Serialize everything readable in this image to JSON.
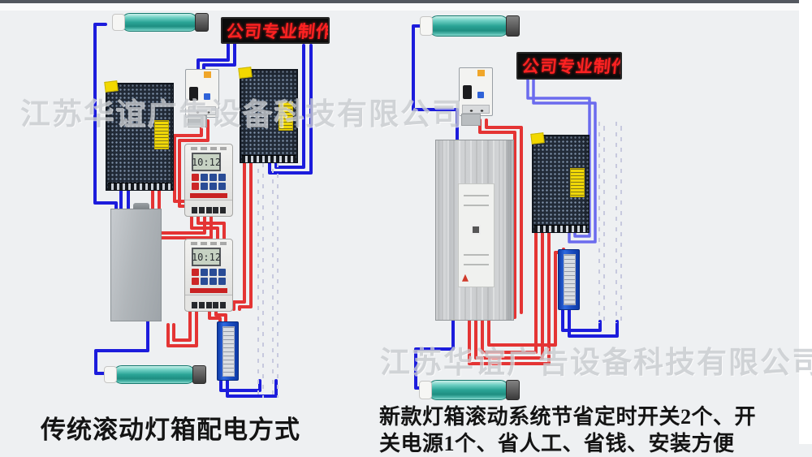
{
  "watermark": {
    "text": "江苏华谊广告设备科技有限公司"
  },
  "led_panel": {
    "text": "公司专业制作",
    "text_color": "#ff2222",
    "bg": "#0b0b0b"
  },
  "timer": {
    "display": "10:12"
  },
  "left_diagram": {
    "caption": "传统滚动灯箱配电方式"
  },
  "right_diagram": {
    "caption_line1": "新款灯箱滚动系统节省定时开关2个、开",
    "caption_line2": "关电源1个、省人工、省钱、安装方便"
  },
  "colors": {
    "background": "#eef0f2",
    "top_bar": "#54585f",
    "wire_blue": "#1c1cdc",
    "wire_blue_light": "#6b6bee",
    "wire_red": "#e43434",
    "tube_teal": "#2aa496",
    "psu_label_yellow": "#f2d800",
    "led_text_red": "#ff2222"
  }
}
